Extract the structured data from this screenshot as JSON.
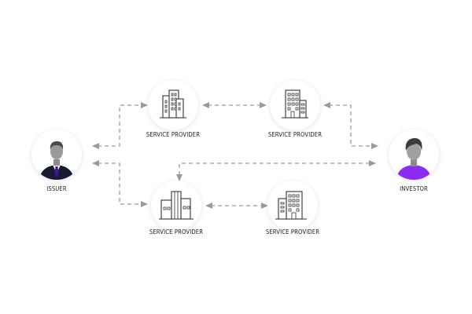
{
  "nodes": {
    "issuer": {
      "label": "ISSUER"
    },
    "investor": {
      "label": "INVESTOR"
    },
    "provider_top_left": {
      "label": "SERVICE PROVIDER"
    },
    "provider_top_right": {
      "label": "SERVICE PROVIDER"
    },
    "provider_bottom_left": {
      "label": "SERVICE PROVIDER"
    },
    "provider_bottom_right": {
      "label": "SERVICE PROVIDER"
    }
  },
  "colors": {
    "investor_shirt": "#8b2cf5",
    "issuer_tie": "#3a1b8f",
    "connector": "#9a9a9a"
  },
  "icons": {
    "issuer": "businessman-avatar-icon",
    "investor": "user-avatar-icon",
    "provider": "office-building-icon"
  }
}
